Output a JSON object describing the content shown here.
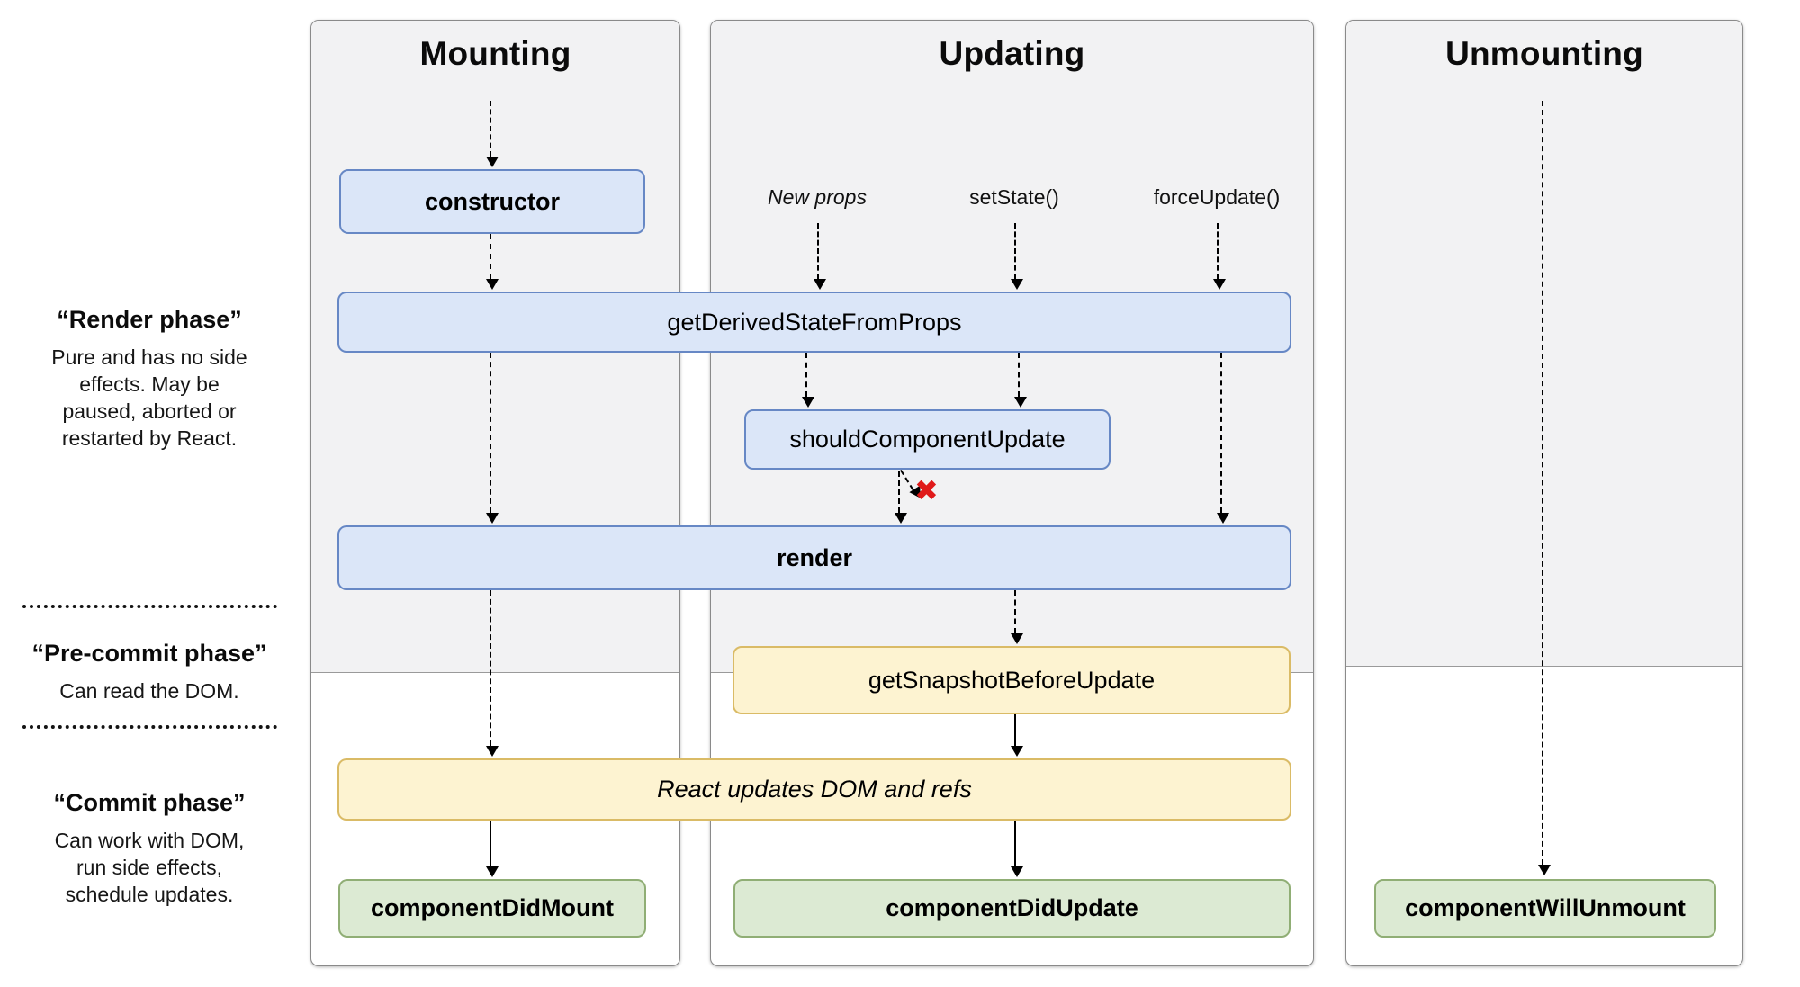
{
  "columns": [
    {
      "id": "mounting",
      "title": "Mounting"
    },
    {
      "id": "updating",
      "title": "Updating"
    },
    {
      "id": "unmounting",
      "title": "Unmounting"
    }
  ],
  "phases": [
    {
      "title": "“Render phase”",
      "description": "Pure and has no side\neffects. May be\npaused, aborted or\nrestarted by React."
    },
    {
      "title": "“Pre-commit phase”",
      "description": "Can read the DOM."
    },
    {
      "title": "“Commit phase”",
      "description": "Can work with DOM,\nrun side effects,\nschedule updates."
    }
  ],
  "triggers": [
    {
      "label": "New props"
    },
    {
      "label": "setState()"
    },
    {
      "label": "forceUpdate()"
    }
  ],
  "boxes": {
    "ctor": {
      "label": "constructor",
      "color": "blue"
    },
    "get_derived": {
      "label": "getDerivedStateFromProps",
      "color": "blue"
    },
    "should_update": {
      "label": "shouldComponentUpdate",
      "color": "blue"
    },
    "render": {
      "label": "render",
      "color": "blue"
    },
    "get_snapshot": {
      "label": "getSnapshotBeforeUpdate",
      "color": "yellow"
    },
    "react_updates": {
      "label": "React updates DOM and refs",
      "color": "yellow"
    },
    "did_mount": {
      "label": "componentDidMount",
      "color": "green"
    },
    "did_update": {
      "label": "componentDidUpdate",
      "color": "green"
    },
    "will_unmount": {
      "label": "componentWillUnmount",
      "color": "green"
    }
  },
  "icons": {
    "skip_x": "✖"
  },
  "colors": {
    "blue_fill": "#dbe6f8",
    "blue_border": "#6788c5",
    "yellow_fill": "#fdf3d1",
    "yellow_border": "#dabb66",
    "green_fill": "#dcead3",
    "green_border": "#90ae75",
    "panel_gray": "#f2f2f3",
    "panel_border": "#8a8a8a",
    "x_mark_red": "#e01a1a",
    "arrow_black": "#000000"
  }
}
